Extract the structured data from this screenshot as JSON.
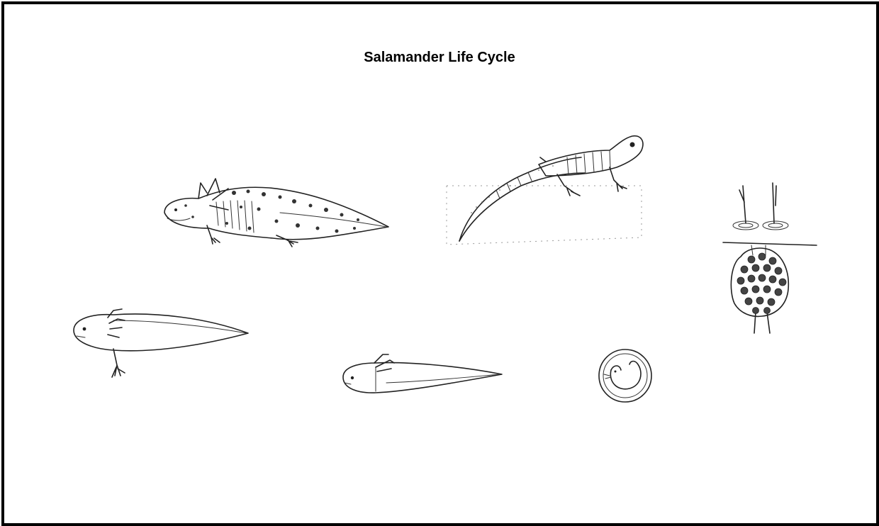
{
  "diagram": {
    "title": "Salamander Life Cycle",
    "stages": [
      {
        "name": "adult-axolotl"
      },
      {
        "name": "adult-salamander"
      },
      {
        "name": "eggs"
      },
      {
        "name": "embryo"
      },
      {
        "name": "larva"
      },
      {
        "name": "juvenile"
      }
    ],
    "colors": {
      "ink": "#222222",
      "border": "#000000",
      "background": "#ffffff",
      "egg_fill": "#444444"
    }
  }
}
